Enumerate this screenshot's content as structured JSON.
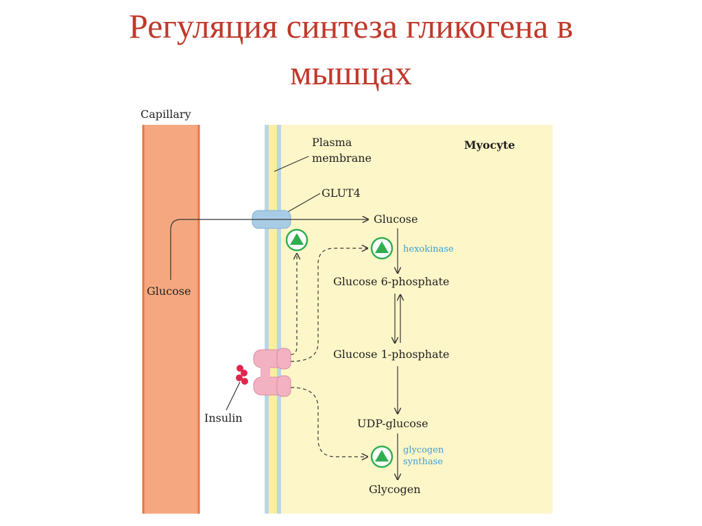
{
  "title": {
    "line1": "Регуляция синтеза гликогена в",
    "line2": "мышцах"
  },
  "labels": {
    "capillary": "Capillary",
    "myocyte": "Myocyte",
    "plasma_membrane_1": "Plasma",
    "plasma_membrane_2": "membrane",
    "glut4": "GLUT4",
    "glucose_blood": "Glucose",
    "insulin": "Insulin"
  },
  "pathway": {
    "glucose": "Glucose",
    "g6p": "Glucose 6-phosphate",
    "g1p": "Glucose 1-phosphate",
    "udp_glucose": "UDP-glucose",
    "glycogen": "Glycogen"
  },
  "enzymes": {
    "hexokinase": "hexokinase",
    "glycogen_synthase_1": "glycogen",
    "glycogen_synthase_2": "synthase"
  },
  "colors": {
    "title": "#c0392b",
    "capillary_fill": "#f5a880",
    "capillary_edge": "#e8743f",
    "cytoplasm": "#fdf6c8",
    "membrane_blue": "#b9d6ea",
    "membrane_yellow": "#faeea0",
    "glut4": "#a9cce6",
    "receptor": "#f3b2c2",
    "insulin": "#e0264e",
    "activation": "#2fae4f",
    "enzyme_text": "#3aa0d8"
  },
  "icons": {
    "activation": "green-triangle-circle-icon",
    "insulin_molecule": "insulin-molecule-icon",
    "receptor": "insulin-receptor-icon",
    "transporter": "glut4-transporter-icon"
  }
}
